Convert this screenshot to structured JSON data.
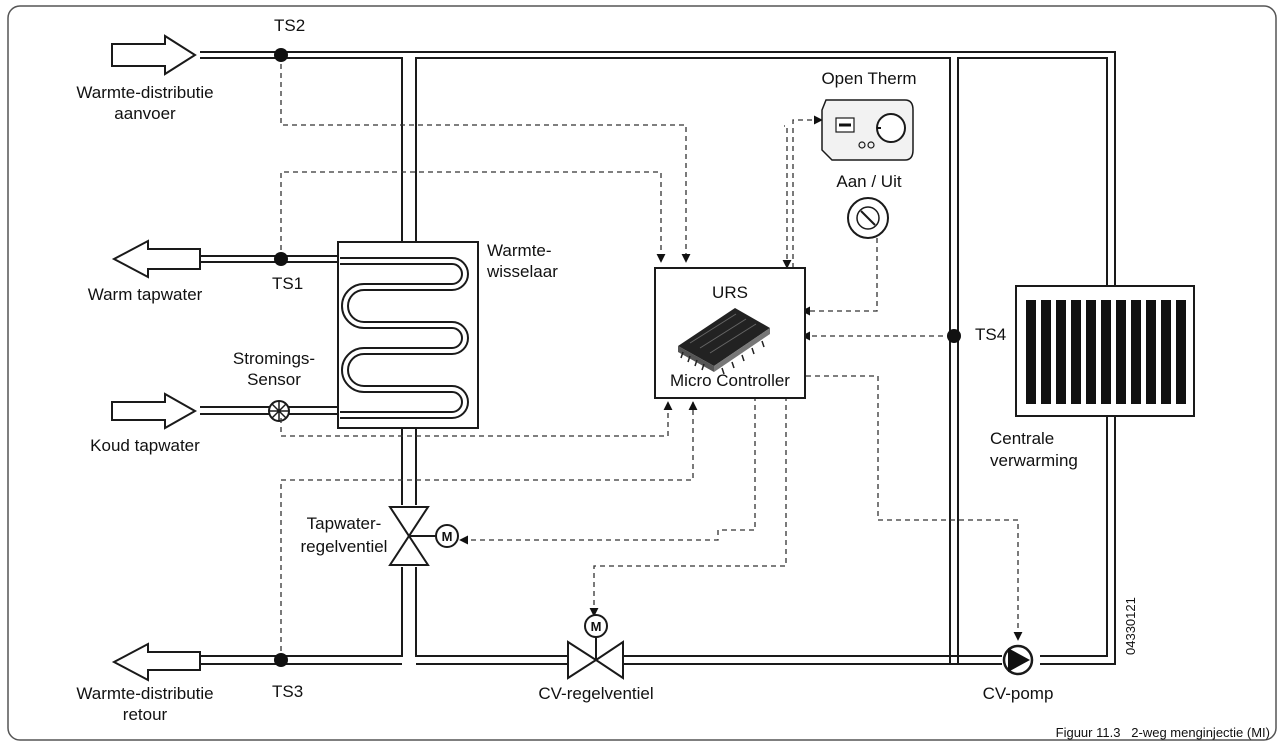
{
  "labels": {
    "ts2": "TS2",
    "ts1": "TS1",
    "ts3": "TS3",
    "ts4": "TS4",
    "distributie_aanvoer_1": "Warmte-distributie",
    "distributie_aanvoer_2": "aanvoer",
    "warm_tapwater": "Warm tapwater",
    "stromings_1": "Stromings-",
    "stromings_2": "Sensor",
    "koud_tapwater": "Koud tapwater",
    "tapwater_1": "Tapwater-",
    "tapwater_2": "regelventiel",
    "distributie_retour_1": "Warmte-distributie",
    "distributie_retour_2": "retour",
    "cv_regelventiel": "CV-regelventiel",
    "wisselaar_1": "Warmte-",
    "wisselaar_2": "wisselaar",
    "urs": "URS",
    "micro_controller": "Micro Controller",
    "open_therm": "Open Therm",
    "aan_uit": "Aan / Uit",
    "centrale_1": "Centrale",
    "centrale_2": "verwarming",
    "cv_pomp": "CV-pomp",
    "motor": "M",
    "code": "04330121",
    "caption": "Figuur 11.3   2-weg menginjectie (MI)"
  },
  "colors": {
    "line": "#1a1a1a",
    "frame": "#555555",
    "background": "#ffffff"
  }
}
